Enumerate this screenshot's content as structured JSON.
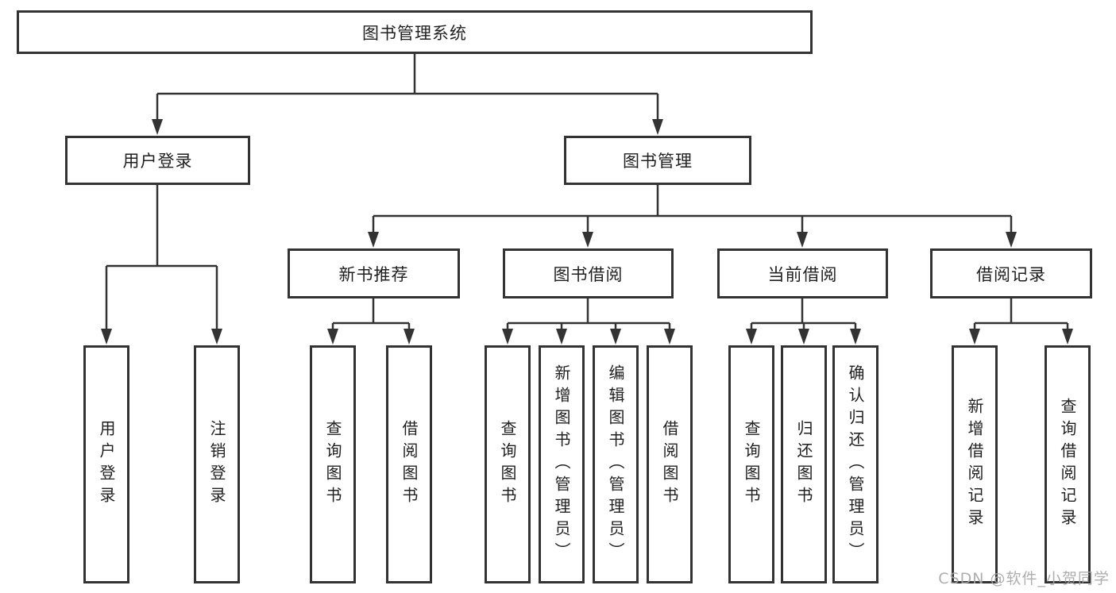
{
  "nodes": {
    "root": "图书管理系统",
    "user_login": "用户登录",
    "book_mgmt": "图书管理",
    "new_book_rec": "新书推荐",
    "book_borrow": "图书借阅",
    "current_borrow": "当前借阅",
    "borrow_record": "借阅记录",
    "leaf_user_login": "用户登录",
    "leaf_logout": "注销登录",
    "leaf_query_book_1": "查询图书",
    "leaf_borrow_book_1": "借阅图书",
    "leaf_query_book_2": "查询图书",
    "leaf_add_book": "新增图书（管理员）",
    "leaf_edit_book": "编辑图书（管理员）",
    "leaf_borrow_book_2": "借阅图书",
    "leaf_query_book_3": "查询图书",
    "leaf_return_book": "归还图书",
    "leaf_confirm_return": "确认归还（管理员）",
    "leaf_add_record": "新增借阅记录",
    "leaf_query_record": "查询借阅记录"
  },
  "watermark": {
    "text": "CSDN @软件_小贺同学"
  },
  "colors": {
    "line": "#333333",
    "box_border": "#333333",
    "text": "#1f1f1f",
    "background": "#ffffff",
    "watermark": "#a5a5a5"
  }
}
